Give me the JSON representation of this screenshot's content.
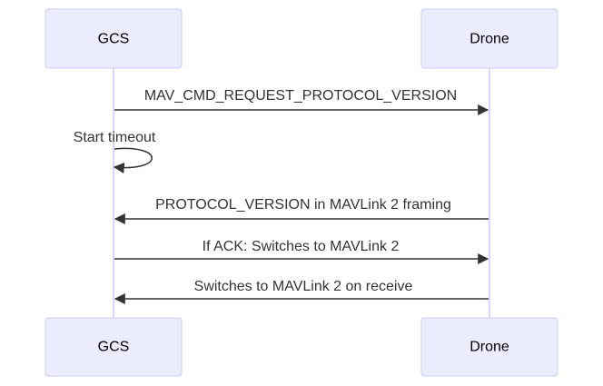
{
  "actors": [
    {
      "id": "gcs",
      "label": "GCS"
    },
    {
      "id": "drone",
      "label": "Drone"
    }
  ],
  "messages": [
    {
      "from": "gcs",
      "to": "drone",
      "label": "MAV_CMD_REQUEST_PROTOCOL_VERSION"
    },
    {
      "from": "gcs",
      "to": "gcs",
      "label": "Start timeout"
    },
    {
      "from": "drone",
      "to": "gcs",
      "label": "PROTOCOL_VERSION in MAVLink 2 framing"
    },
    {
      "from": "gcs",
      "to": "drone",
      "label": "If ACK: Switches to MAVLink 2"
    },
    {
      "from": "drone",
      "to": "gcs",
      "label": "Switches to MAVLink 2 on receive"
    }
  ],
  "colors": {
    "actor_fill": "#ECECFF",
    "actor_stroke": "#CCCCFF",
    "line": "#333333",
    "text": "#333333"
  }
}
